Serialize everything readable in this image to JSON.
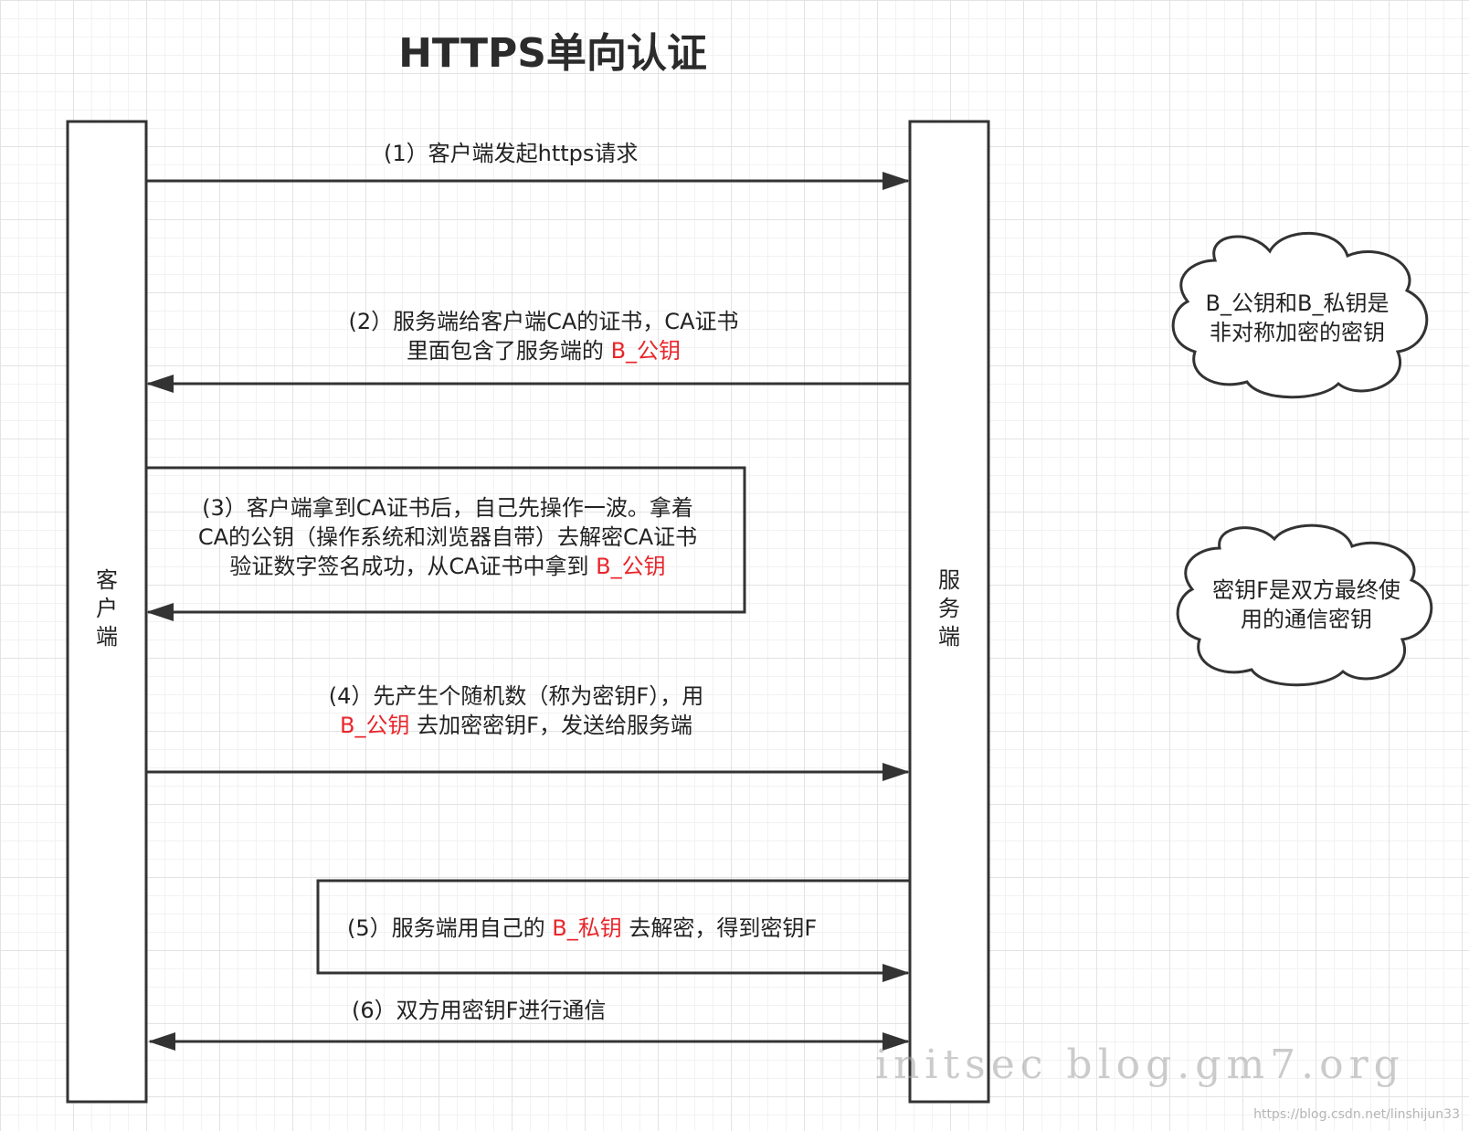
{
  "title": "HTTPS单向认证",
  "lanes": {
    "client": "客户端",
    "server": "服务端"
  },
  "steps": {
    "s1": {
      "text": "(1）客户端发起https请求"
    },
    "s2": {
      "line1": "(2）服务端给客户端CA的证书，CA证书",
      "line2_pre": "里面包含了服务端的 ",
      "line2_red": "B_公钥"
    },
    "s3": {
      "line1": "(3）客户端拿到CA证书后，自己先操作一波。拿着",
      "line2": "CA的公钥（操作系统和浏览器自带）去解密CA证书",
      "line3_pre": "验证数字签名成功，从CA证书中拿到 ",
      "line3_red": "B_公钥"
    },
    "s4": {
      "line1": "(4）先产生个随机数（称为密钥F），用",
      "line2_red": "B_公钥",
      "line2_post": " 去加密密钥F，发送给服务端"
    },
    "s5": {
      "pre": "(5）服务端用自己的 ",
      "red": "B_私钥",
      "post": " 去解密，得到密钥F"
    },
    "s6": {
      "text": "(6）双方用密钥F进行通信"
    }
  },
  "notes": {
    "note1": {
      "line1": "B_公钥和B_私钥是",
      "line2": "非对称加密的密钥"
    },
    "note2": {
      "line1": "密钥F是双方最终使",
      "line2": "用的通信密钥"
    }
  },
  "watermark": "initsec blog.gm7.org",
  "credit": "https://blog.csdn.net/linshijun33"
}
